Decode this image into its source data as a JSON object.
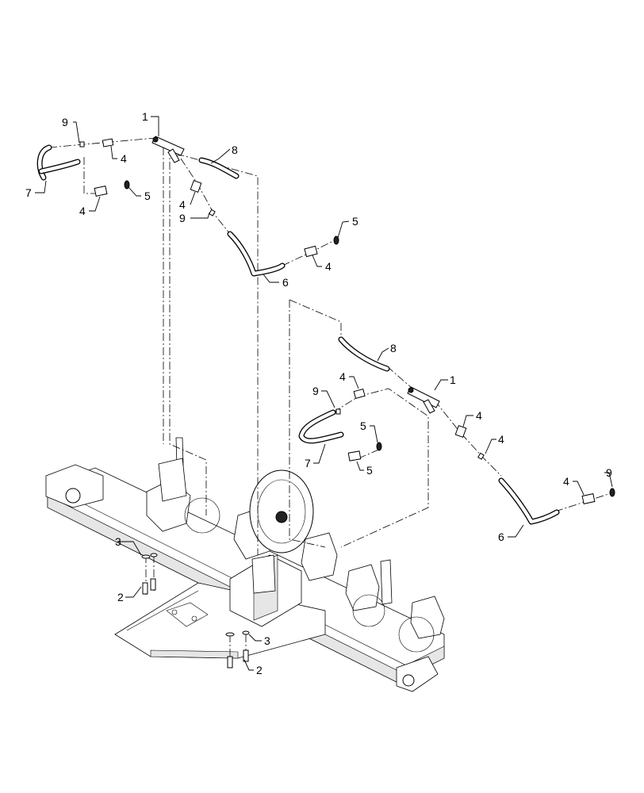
{
  "callouts": [
    {
      "id": "c1a",
      "number": "1"
    },
    {
      "id": "c9a",
      "number": "9"
    },
    {
      "id": "c4a",
      "number": "4"
    },
    {
      "id": "c8a",
      "number": "8"
    },
    {
      "id": "c7a",
      "number": "7"
    },
    {
      "id": "c4b",
      "number": "4"
    },
    {
      "id": "c5a",
      "number": "5"
    },
    {
      "id": "c4c",
      "number": "4"
    },
    {
      "id": "c9b",
      "number": "9"
    },
    {
      "id": "c5b",
      "number": "5"
    },
    {
      "id": "c4d",
      "number": "4"
    },
    {
      "id": "c6a",
      "number": "6"
    },
    {
      "id": "c8b",
      "number": "8"
    },
    {
      "id": "c4e",
      "number": "4"
    },
    {
      "id": "c1b",
      "number": "1"
    },
    {
      "id": "c9c",
      "number": "9"
    },
    {
      "id": "c4f",
      "number": "4"
    },
    {
      "id": "c5c",
      "number": "5"
    },
    {
      "id": "c7b",
      "number": "7"
    },
    {
      "id": "c4g",
      "number": "4"
    },
    {
      "id": "c9d",
      "number": "9"
    },
    {
      "id": "c5d",
      "number": "5"
    },
    {
      "id": "c4h",
      "number": "4"
    },
    {
      "id": "c6b",
      "number": "6"
    },
    {
      "id": "c3a",
      "number": "3"
    },
    {
      "id": "c2a",
      "number": "2"
    },
    {
      "id": "c3b",
      "number": "3"
    },
    {
      "id": "c2b",
      "number": "2"
    }
  ]
}
